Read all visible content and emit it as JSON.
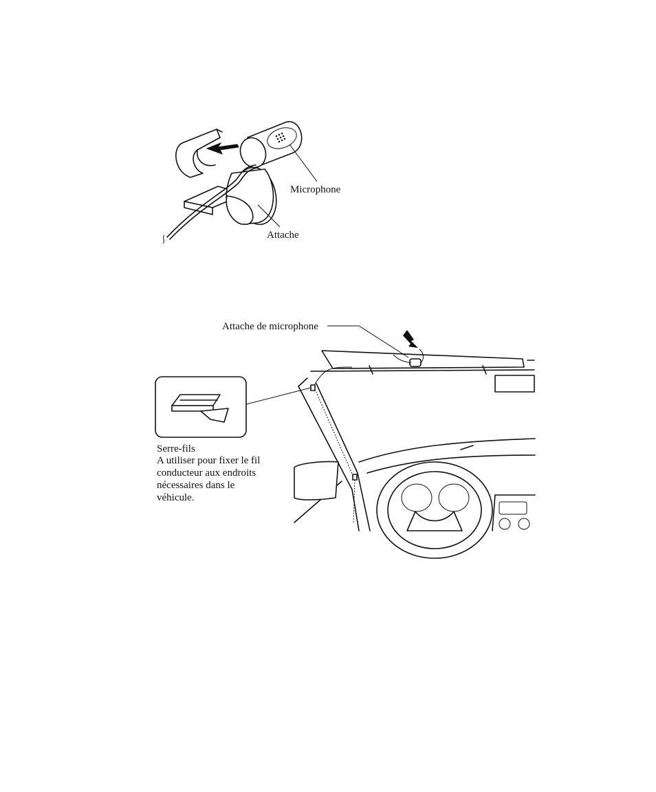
{
  "figure1": {
    "labels": {
      "microphone": "Microphone",
      "clip": "Attache"
    }
  },
  "figure2": {
    "labels": {
      "mic_clip": "Attache de microphone",
      "cable_tie_title": "Serre-fils",
      "cable_tie_note": "A utiliser pour fixer le fil\nconducteur aux endroits\nnécessaires dans le\nvéhicule."
    }
  }
}
